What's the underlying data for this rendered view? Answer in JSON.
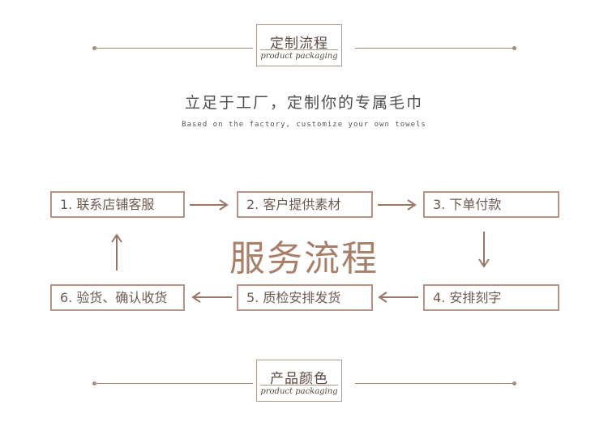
{
  "top_badge": {
    "title": "定制流程",
    "subtitle": "product packaging"
  },
  "tagline": {
    "cn": "立足于工厂，定制你的专属毛巾",
    "en": "Based on the factory, customize your own towels"
  },
  "center_title": "服务流程",
  "steps": [
    {
      "label": "1. 联系店铺客服"
    },
    {
      "label": "2. 客户提供素材"
    },
    {
      "label": "3. 下单付款"
    },
    {
      "label": "4. 安排刻字"
    },
    {
      "label": "5. 质检安排发货"
    },
    {
      "label": "6. 验货、确认收货"
    }
  ],
  "bottom_badge": {
    "title": "产品颜色",
    "subtitle": "product packaging"
  },
  "colors": {
    "accent": "#a8806a",
    "border": "#b69384",
    "line": "#a98a78"
  }
}
